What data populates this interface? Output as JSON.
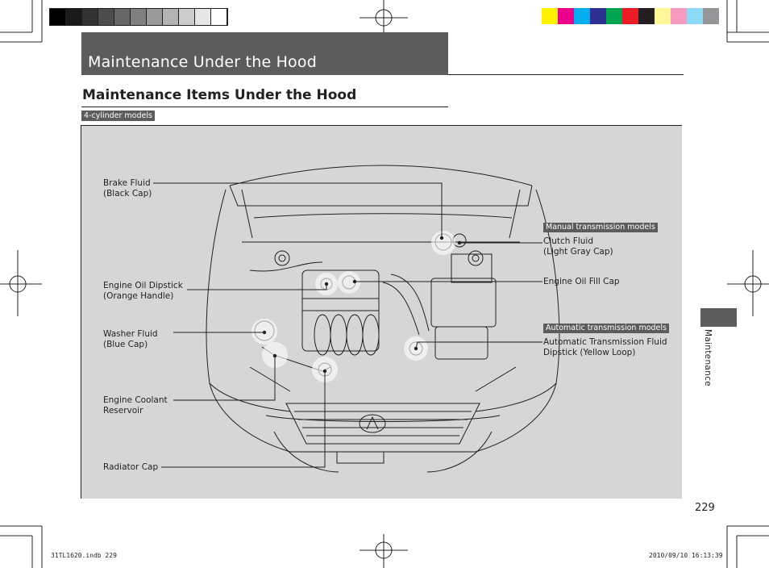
{
  "print_marks": {
    "grayscale": [
      "#000000",
      "#1a1a1a",
      "#333333",
      "#4d4d4d",
      "#666666",
      "#808080",
      "#999999",
      "#b3b3b3",
      "#cccccc",
      "#e6e6e6",
      "#ffffff"
    ],
    "colors": [
      "#fff200",
      "#ec008c",
      "#00aeef",
      "#2e3192",
      "#00a651",
      "#ed1c24",
      "#231f20",
      "#fff799",
      "#f49ac1",
      "#8ed8f8",
      "#939598"
    ]
  },
  "header": {
    "section_title": "Maintenance Under the Hood",
    "page_heading": "Maintenance Items Under the Hood",
    "model_tag": "4-cylinder models"
  },
  "callouts": {
    "brake_fluid": [
      "Brake Fluid",
      "(Black Cap)"
    ],
    "engine_oil_dipstick": [
      "Engine Oil Dipstick",
      "(Orange Handle)"
    ],
    "washer_fluid": [
      "Washer Fluid",
      "(Blue Cap)"
    ],
    "engine_coolant": [
      "Engine Coolant",
      "Reservoir"
    ],
    "radiator_cap": "Radiator Cap",
    "manual_tag": "Manual transmission models",
    "clutch_fluid": [
      "Clutch Fluid",
      "(Light Gray Cap)"
    ],
    "engine_oil_fill_cap": "Engine Oil Fill Cap",
    "automatic_tag": "Automatic transmission models",
    "atf_dipstick": [
      "Automatic Transmission Fluid",
      "Dipstick (Yellow Loop)"
    ]
  },
  "side_tab": "Maintenance",
  "page_number": "229",
  "slug": {
    "left": "31TL1620.indb   229",
    "right": "2010/09/10   16:13:39"
  }
}
